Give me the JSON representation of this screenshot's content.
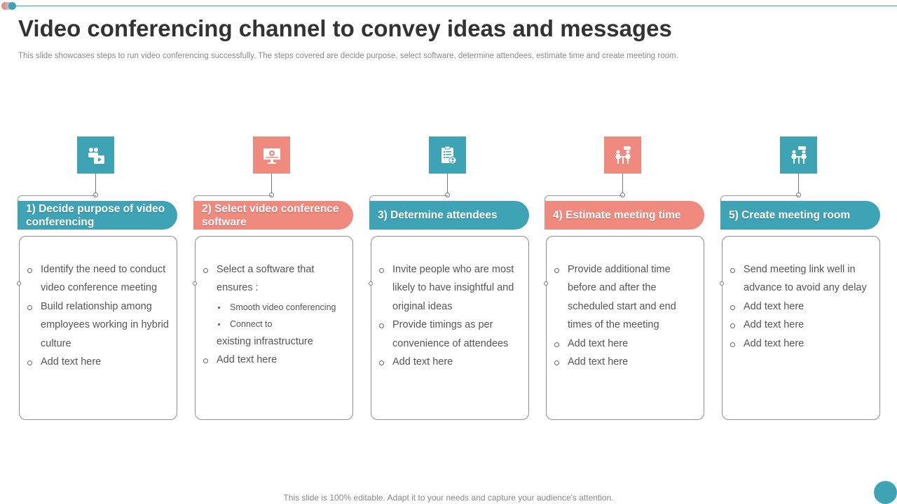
{
  "slide": {
    "title": "Video conferencing channel to convey ideas and messages",
    "subtitle": "This slide showcases steps to run video conferencing successfully. The steps covered are decide purpose, select software, determine attendees, estimate time and create meeting room.",
    "footer": "This slide is 100% editable. Adapt it to your needs and capture your audience's attention."
  },
  "colors": {
    "teal": "#3ea4b5",
    "coral": "#f08a7e"
  },
  "steps": [
    {
      "icon": "video-call-icon",
      "heading": "1)  Decide purpose of video conferencing",
      "items": [
        "Identify the need to conduct video conference meeting",
        "Build relationship among employees working in hybrid culture",
        "Add text here"
      ]
    },
    {
      "icon": "monitor-software-icon",
      "heading": "2) Select video conference software",
      "items": [
        "Select a software that ensures :",
        "Add text here"
      ],
      "sub_items": [
        "Smooth video  conferencing",
        "Connect to"
      ],
      "sub_continuation": "existing infrastructure"
    },
    {
      "icon": "attendee-list-icon",
      "heading": "3) Determine attendees",
      "items": [
        "Invite people who are most likely to have insightful and original ideas",
        "Provide timings as per convenience of attendees",
        "Add text here"
      ]
    },
    {
      "icon": "meeting-table-icon",
      "heading": "4) Estimate meeting time",
      "items": [
        "Provide additional time before and after the scheduled start and end times of the meeting",
        "Add text here",
        "Add text here"
      ]
    },
    {
      "icon": "meeting-room-icon",
      "heading": "5) Create meeting room",
      "items": [
        "Send meeting link well in advance to avoid any delay",
        "Add text here",
        "Add text here",
        "Add text here"
      ]
    }
  ]
}
